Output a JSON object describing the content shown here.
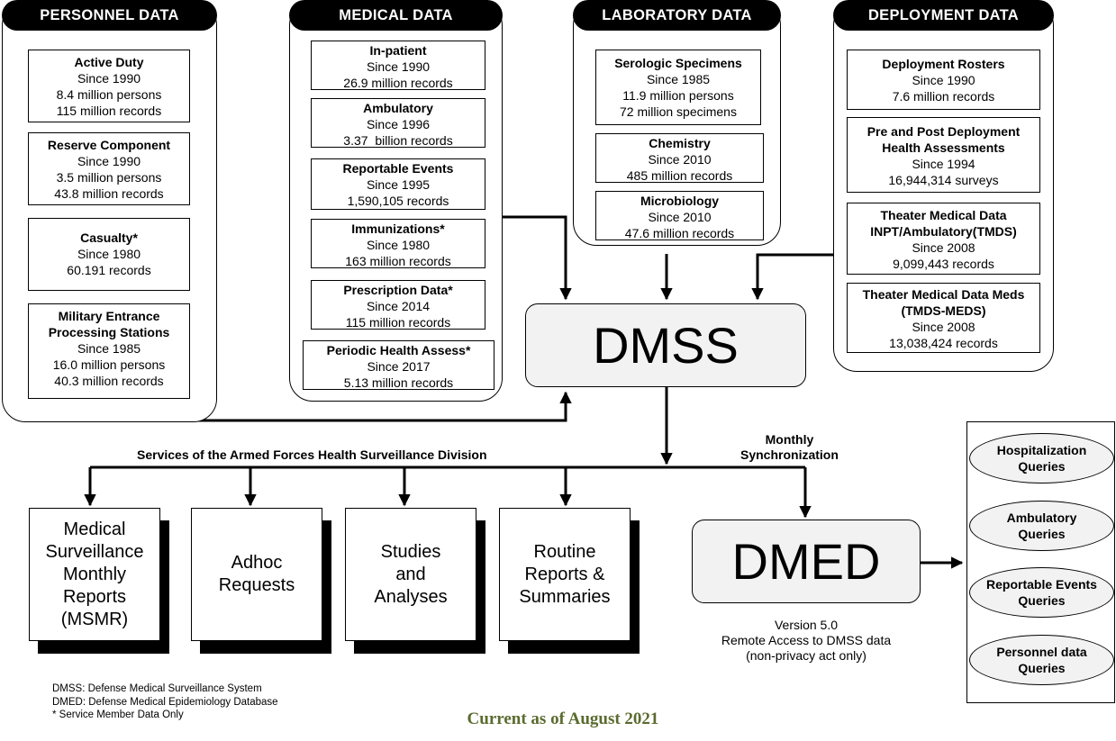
{
  "panels": {
    "personnel": {
      "title": "PERSONNEL DATA",
      "boxes": [
        {
          "title": "Active Duty",
          "lines": [
            "Since 1990",
            "8.4 million persons",
            "115 million records"
          ]
        },
        {
          "title": "Reserve Component",
          "lines": [
            "Since 1990",
            "3.5 million persons",
            "43.8 million records"
          ]
        },
        {
          "title": "Casualty*",
          "lines": [
            "Since 1980",
            "60.191 records"
          ]
        },
        {
          "title": "Military Entrance Processing Stations",
          "lines": [
            "Since 1985",
            "16.0 million persons",
            "40.3 million records"
          ]
        }
      ]
    },
    "medical": {
      "title": "MEDICAL DATA",
      "boxes": [
        {
          "title": "In-patient",
          "lines": [
            "Since 1990",
            "26.9 million records"
          ]
        },
        {
          "title": "Ambulatory",
          "lines": [
            "Since 1996",
            "3.37  billion records"
          ]
        },
        {
          "title": "Reportable Events",
          "lines": [
            "Since 1995",
            "1,590,105 records"
          ]
        },
        {
          "title": "Immunizations*",
          "lines": [
            "Since 1980",
            "163 million records"
          ]
        },
        {
          "title": "Prescription Data*",
          "lines": [
            "Since 2014",
            "115 million records"
          ]
        },
        {
          "title": "Periodic Health Assess*",
          "lines": [
            "Since 2017",
            "5.13 million records"
          ]
        }
      ]
    },
    "laboratory": {
      "title": "LABORATORY DATA",
      "boxes": [
        {
          "title": "Serologic Specimens",
          "lines": [
            "Since 1985",
            "11.9 million persons",
            "72 million specimens"
          ]
        },
        {
          "title": "Chemistry",
          "lines": [
            "Since 2010",
            "485 million records"
          ]
        },
        {
          "title": "Microbiology",
          "lines": [
            "Since 2010",
            "47.6 million records"
          ]
        }
      ]
    },
    "deployment": {
      "title": "DEPLOYMENT DATA",
      "boxes": [
        {
          "title": "Deployment Rosters",
          "lines": [
            "Since 1990",
            "7.6 million records"
          ]
        },
        {
          "title": "Pre and Post Deployment Health Assessments",
          "lines": [
            "Since 1994",
            "16,944,314 surveys"
          ]
        },
        {
          "title": "Theater Medical Data INPT/Ambulatory(TMDS)",
          "lines": [
            "Since 2008",
            "9,099,443 records"
          ]
        },
        {
          "title": "Theater Medical Data Meds (TMDS-MEDS)",
          "lines": [
            "Since 2008",
            "13,038,424 records"
          ]
        }
      ]
    }
  },
  "dmss": "DMSS",
  "dmed": "DMED",
  "services_label": "Services of the Armed Forces Health Surveillance Division",
  "sync_label": [
    "Monthly",
    "Synchronization"
  ],
  "outputs": [
    "Medical Surveillance Monthly Reports (MSMR)",
    "Adhoc Requests",
    "Studies and Analyses",
    "Routine Reports & Summaries"
  ],
  "dmed_caption": [
    "Version 5.0",
    "Remote Access to DMSS data",
    "(non-privacy act only)"
  ],
  "queries": [
    "Hospitalization Queries",
    "Ambulatory Queries",
    "Reportable Events Queries",
    "Personnel data Queries"
  ],
  "notes": [
    "DMSS: Defense Medical Surveillance System",
    "DMED: Defense Medical Epidemiology Database",
    "* Service Member Data Only"
  ],
  "footer": "Current as of August 2021",
  "colors": {
    "footer": "#5a6b2f",
    "box_fill": "#f2f2f2"
  }
}
